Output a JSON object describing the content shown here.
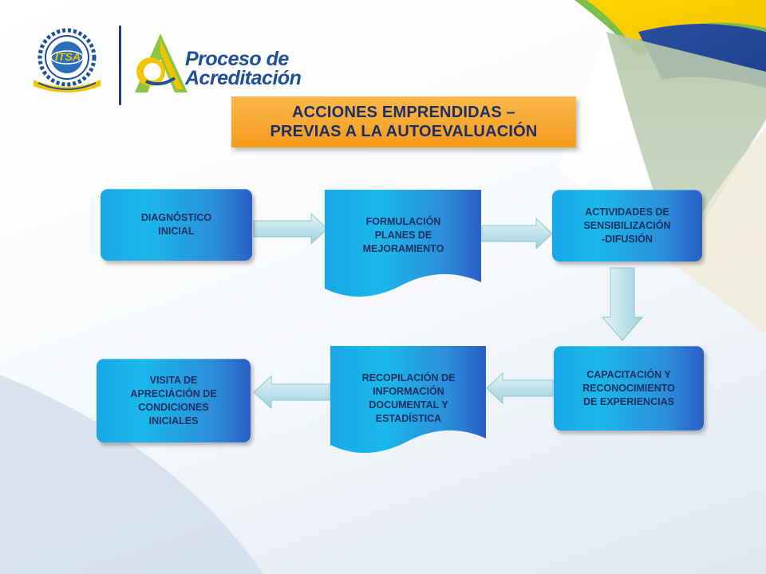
{
  "header": {
    "logo_itsa_text": "INSTITUTO TECNOLÓGICO DE SOLEDAD ATLÁNTICO",
    "logo_itsa_acronym": "ITSA",
    "brand_line1": "Proceso de",
    "brand_line2": "Acreditación"
  },
  "title": {
    "line1": "ACCIONES EMPRENDIDAS –",
    "line2": "PREVIAS A LA AUTOEVALUACIÓN"
  },
  "steps": {
    "diagnostico": "DIAGNÓSTICO\nINICIAL",
    "formulacion": "FORMULACIÓN\nPLANES DE\nMEJORAMIENTO",
    "actividades": "ACTIVIDADES DE\nSENSIBILIZACIÓN\n-DIFUSIÓN",
    "capacitacion": "CAPACITACIÓN Y\nRECONOCIMIENTO\nDE EXPERIENCIAS",
    "recopilacion": "RECOPILACIÓN DE\nINFORMACIÓN\nDOCUMENTAL Y\nESTADÍSTICA",
    "visita": "VISITA DE\nAPRECIÁCIÓN DE\nCONDICIONES\nINICIALES"
  },
  "colors": {
    "title_fill": "#f7a52a",
    "title_text": "#1b2f66",
    "box_fill": "#1fa9e6",
    "arrow_fill": "#bfe3ea",
    "brand_blue": "#1f4f96",
    "brand_yellow": "#f3c400",
    "brand_green": "#8cc63f"
  },
  "icons": [
    "itsa-seal-icon",
    "acreditacion-a-icon",
    "right-arrow-icon",
    "down-arrow-icon",
    "left-arrow-icon"
  ]
}
